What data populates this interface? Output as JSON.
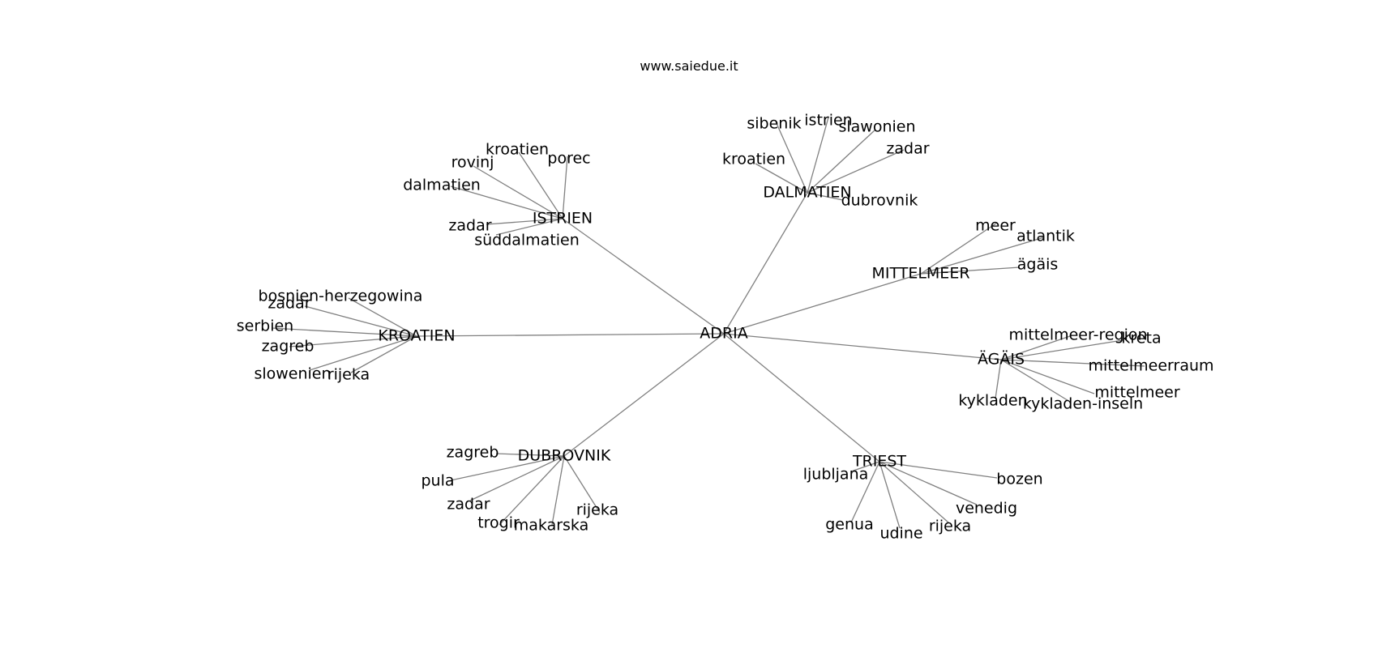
{
  "site": {
    "title": "www.saiedue.it"
  },
  "colors": {
    "edge": "#808080",
    "label": "#000000",
    "background": "#ffffff"
  },
  "graph": {
    "root": "ADRIA",
    "hubs": [
      {
        "id": "dalmatien",
        "label": "DALMATIEN",
        "children": [
          {
            "id": "dalmatien-sibenik",
            "label": "sibenik"
          },
          {
            "id": "dalmatien-istrien",
            "label": "istrien"
          },
          {
            "id": "dalmatien-slawonien",
            "label": "slawonien"
          },
          {
            "id": "dalmatien-zadar",
            "label": "zadar"
          },
          {
            "id": "dalmatien-kroatien",
            "label": "kroatien"
          },
          {
            "id": "dalmatien-dubrovnik",
            "label": "dubrovnik"
          }
        ]
      },
      {
        "id": "istrien",
        "label": "ISTRIEN",
        "children": [
          {
            "id": "istrien-kroatien",
            "label": "kroatien"
          },
          {
            "id": "istrien-rovinj",
            "label": "rovinj"
          },
          {
            "id": "istrien-porec",
            "label": "porec"
          },
          {
            "id": "istrien-dalmatien",
            "label": "dalmatien"
          },
          {
            "id": "istrien-zadar",
            "label": "zadar"
          },
          {
            "id": "istrien-suddalmatien",
            "label": "süddalmatien"
          }
        ]
      },
      {
        "id": "mittelmeer",
        "label": "MITTELMEER",
        "children": [
          {
            "id": "mittelmeer-meer",
            "label": "meer"
          },
          {
            "id": "mittelmeer-atlantik",
            "label": "atlantik"
          },
          {
            "id": "mittelmeer-agais",
            "label": "ägäis"
          }
        ]
      },
      {
        "id": "kroatien",
        "label": "KROATIEN",
        "children": [
          {
            "id": "kroatien-bosnien",
            "label": "bosnien-herzegowina"
          },
          {
            "id": "kroatien-zadar",
            "label": "zadar"
          },
          {
            "id": "kroatien-serbien",
            "label": "serbien"
          },
          {
            "id": "kroatien-zagreb",
            "label": "zagreb"
          },
          {
            "id": "kroatien-slowenien",
            "label": "slowenien"
          },
          {
            "id": "kroatien-rijeka",
            "label": "rijeka"
          }
        ]
      },
      {
        "id": "agais",
        "label": "ÄGÄIS",
        "children": [
          {
            "id": "agais-mittelmeer-region",
            "label": "mittelmeer-region"
          },
          {
            "id": "agais-kreta",
            "label": "kreta"
          },
          {
            "id": "agais-mittelmeerraum",
            "label": "mittelmeerraum"
          },
          {
            "id": "agais-mittelmeer",
            "label": "mittelmeer"
          },
          {
            "id": "agais-kykladen",
            "label": "kykladen"
          },
          {
            "id": "agais-kykladen-inseln",
            "label": "kykladen-inseln"
          }
        ]
      },
      {
        "id": "dubrovnik",
        "label": "DUBROVNIK",
        "children": [
          {
            "id": "dubrovnik-zagreb",
            "label": "zagreb"
          },
          {
            "id": "dubrovnik-pula",
            "label": "pula"
          },
          {
            "id": "dubrovnik-zadar",
            "label": "zadar"
          },
          {
            "id": "dubrovnik-trogir",
            "label": "trogir"
          },
          {
            "id": "dubrovnik-makarska",
            "label": "makarska"
          },
          {
            "id": "dubrovnik-rijeka",
            "label": "rijeka"
          }
        ]
      },
      {
        "id": "triest",
        "label": "TRIEST",
        "children": [
          {
            "id": "triest-ljubljana",
            "label": "ljubljana"
          },
          {
            "id": "triest-bozen",
            "label": "bozen"
          },
          {
            "id": "triest-venedig",
            "label": "venedig"
          },
          {
            "id": "triest-genua",
            "label": "genua"
          },
          {
            "id": "triest-udine",
            "label": "udine"
          },
          {
            "id": "triest-rijeka",
            "label": "rijeka"
          }
        ]
      }
    ]
  }
}
